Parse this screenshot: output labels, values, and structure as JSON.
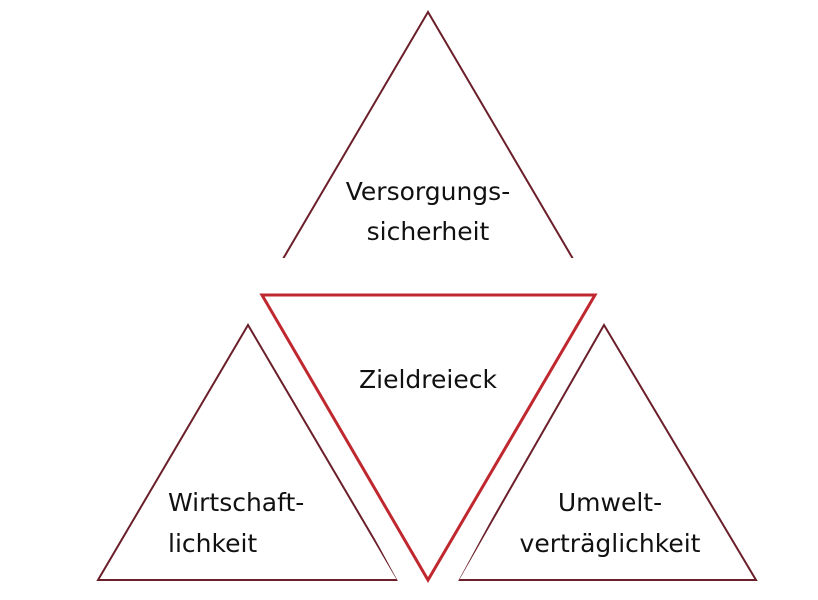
{
  "diagram": {
    "center_label": "Zieldreieck",
    "top": {
      "line1": "Versorgungs-",
      "line2": "sicherheit"
    },
    "left": {
      "line1": "Wirtschaft-",
      "line2": "lichkeit"
    },
    "right": {
      "line1": "Umwelt-",
      "line2": "verträglichkeit"
    }
  },
  "colors": {
    "outer_stroke": "#6b1f2a",
    "center_stroke": "#c0282f",
    "text": "#111111",
    "background": "#ffffff"
  }
}
